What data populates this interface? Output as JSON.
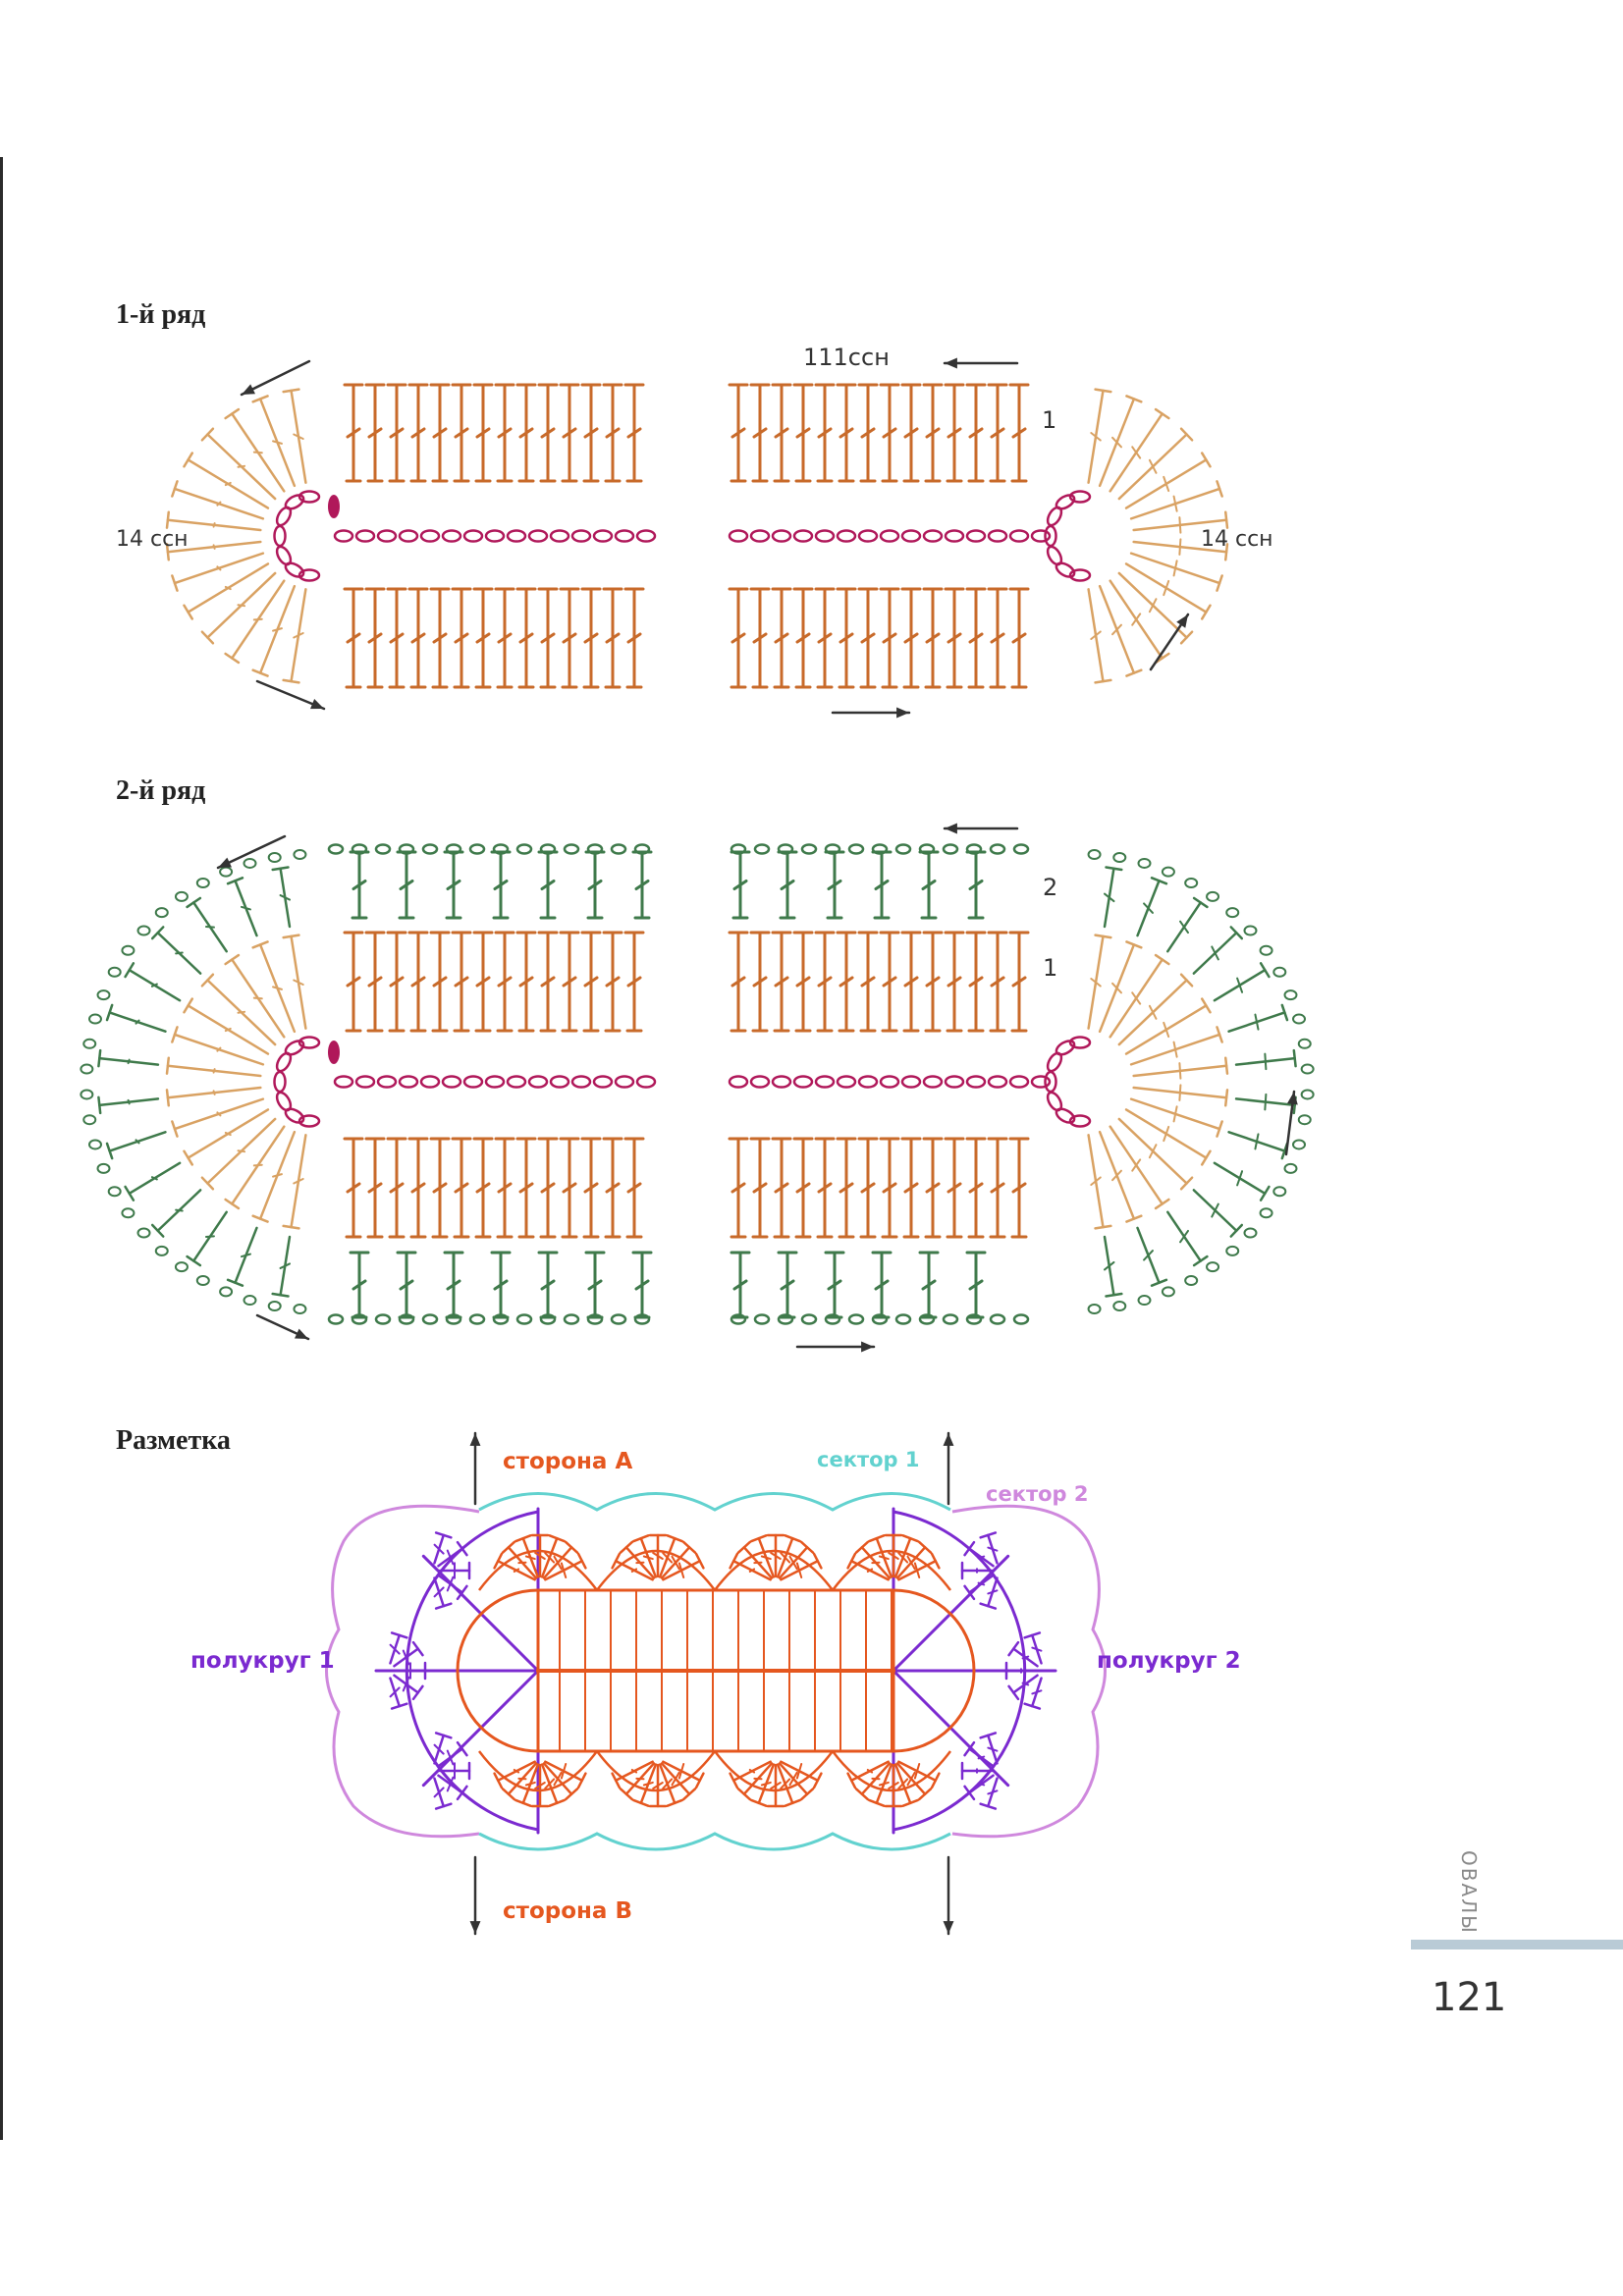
{
  "colors": {
    "chain": "#b0185a",
    "row1": "#c86a2a",
    "row1_light": "#d9a263",
    "row2": "#3f7a4b",
    "arrow": "#333333",
    "side_a": "#e5571f",
    "sector1": "#62d2cf",
    "sector2": "#cf88dd",
    "semicircle": "#7b2ad0",
    "side_tab": "#b9cbd6"
  },
  "sections": {
    "row1_title": "1-й ряд",
    "row2_title": "2-й ряд",
    "markup_title": "Разметка"
  },
  "row1": {
    "count_top": "111ссн",
    "count_left": "14 ссн",
    "count_right": "14 ссн",
    "marker": "1"
  },
  "row2": {
    "marker_1": "1",
    "marker_2": "2"
  },
  "markup": {
    "side_a": "сторона А",
    "side_b": "сторона В",
    "sector_1": "сектор 1",
    "sector_2": "сектор 2",
    "semicircle_1": "полукруг 1",
    "semicircle_2": "полукруг 2"
  },
  "chapter": "ОВАЛЫ",
  "page_number": "121",
  "icons": [
    "arrow-icon",
    "double-crochet-symbol",
    "chain-stitch-symbol",
    "slip-stitch-symbol"
  ]
}
